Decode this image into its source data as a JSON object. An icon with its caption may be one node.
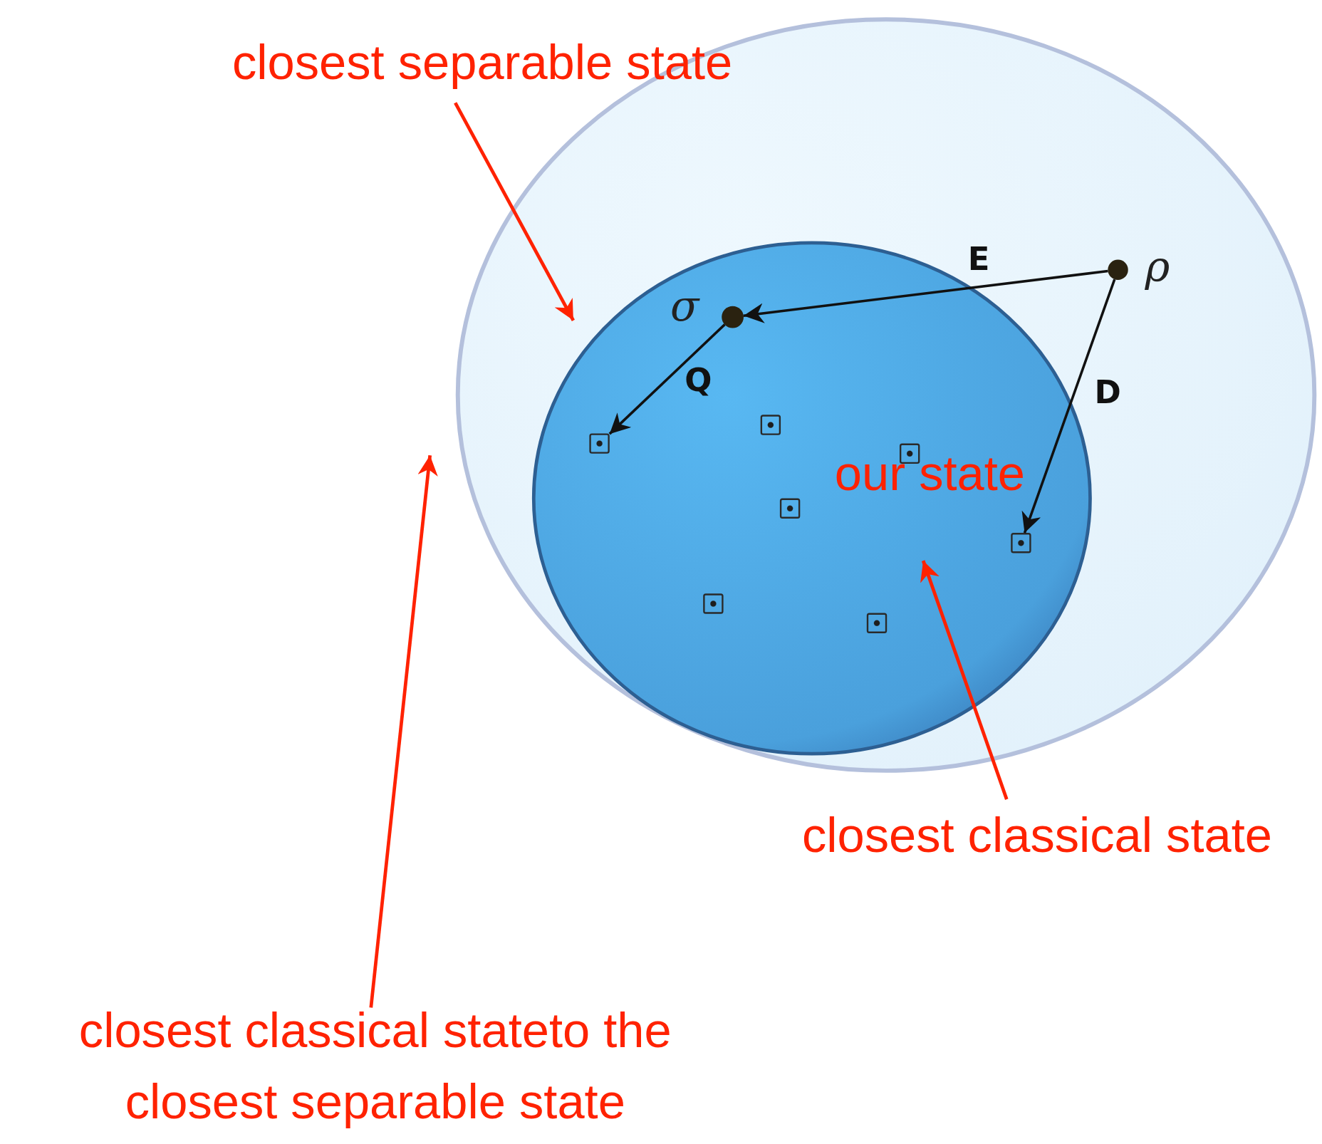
{
  "diagram": {
    "nodes": [
      {
        "text": [],
        "shape": "ellipse"
      },
      {
        "text": [],
        "shape": "circle",
        "in": 0
      },
      {
        "text": [],
        "shape": "circle",
        "in": 0,
        "beside": [
          "ρ"
        ]
      },
      {
        "text": [],
        "shape": "circle",
        "in": 1,
        "beside": [
          "σ"
        ]
      },
      {
        "text": [],
        "shape": "box",
        "in": 1
      },
      {
        "text": [],
        "shape": "box",
        "in": 1
      },
      {
        "text": [],
        "shape": "box",
        "in": 1
      },
      {
        "text": [],
        "shape": "box",
        "in": 1
      },
      {
        "text": [],
        "shape": "box",
        "in": 1
      },
      {
        "text": [],
        "shape": "box",
        "in": 1
      },
      {
        "text": [],
        "shape": "box",
        "in": 1
      },
      {
        "text": [
          "closest separable state"
        ]
      },
      {
        "text": [
          "closest classical state"
        ]
      },
      {
        "text": [
          "closest classical stateto the closest separable state"
        ]
      }
    ],
    "edges": [
      {
        "from": 2,
        "to": 3,
        "arrow": "to",
        "label": "E"
      },
      {
        "from": 3,
        "to": 4,
        "arrow": "to",
        "label": "Q"
      },
      {
        "from": 2,
        "to": 10,
        "arrow": "to",
        "label": "D"
      },
      {
        "from": 11,
        "to": 0,
        "arrow": "to",
        "color": "#ff2200"
      },
      {
        "from": 12,
        "to": 1,
        "arrow": "to",
        "color": "#ff2200"
      },
      {
        "from": 13,
        "to": 0,
        "arrow": "to",
        "color": "#ff2200"
      }
    ],
    "labels": [
      "our state"
    ]
  }
}
